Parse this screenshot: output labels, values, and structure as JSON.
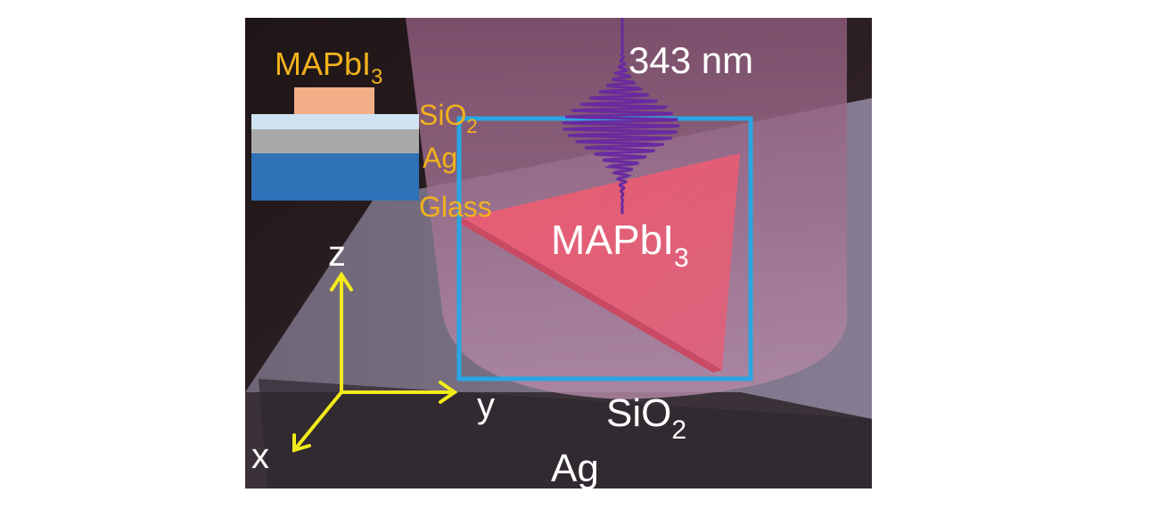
{
  "inset": {
    "top_label": "MAPbI",
    "top_sub": "3",
    "layers": [
      {
        "label": "SiO",
        "sub": "2",
        "color": "#cfe3f2"
      },
      {
        "label": "Ag",
        "sub": "",
        "color": "#a9a9a9"
      },
      {
        "label": "Glass",
        "sub": "",
        "color": "#2f72b8"
      }
    ],
    "perovskite_color": "#f2ae86"
  },
  "scene": {
    "wavelength": "343 nm",
    "crystal_label": "MAPbI",
    "crystal_sub": "3",
    "spacer_label": "SiO",
    "spacer_sub": "2",
    "substrate_label": "Ag",
    "box_color": "#29a6e3",
    "wave_color": "#6a2aa0",
    "axis_color": "#f2ea1a"
  },
  "axes": {
    "x": "x",
    "y": "y",
    "z": "z"
  }
}
